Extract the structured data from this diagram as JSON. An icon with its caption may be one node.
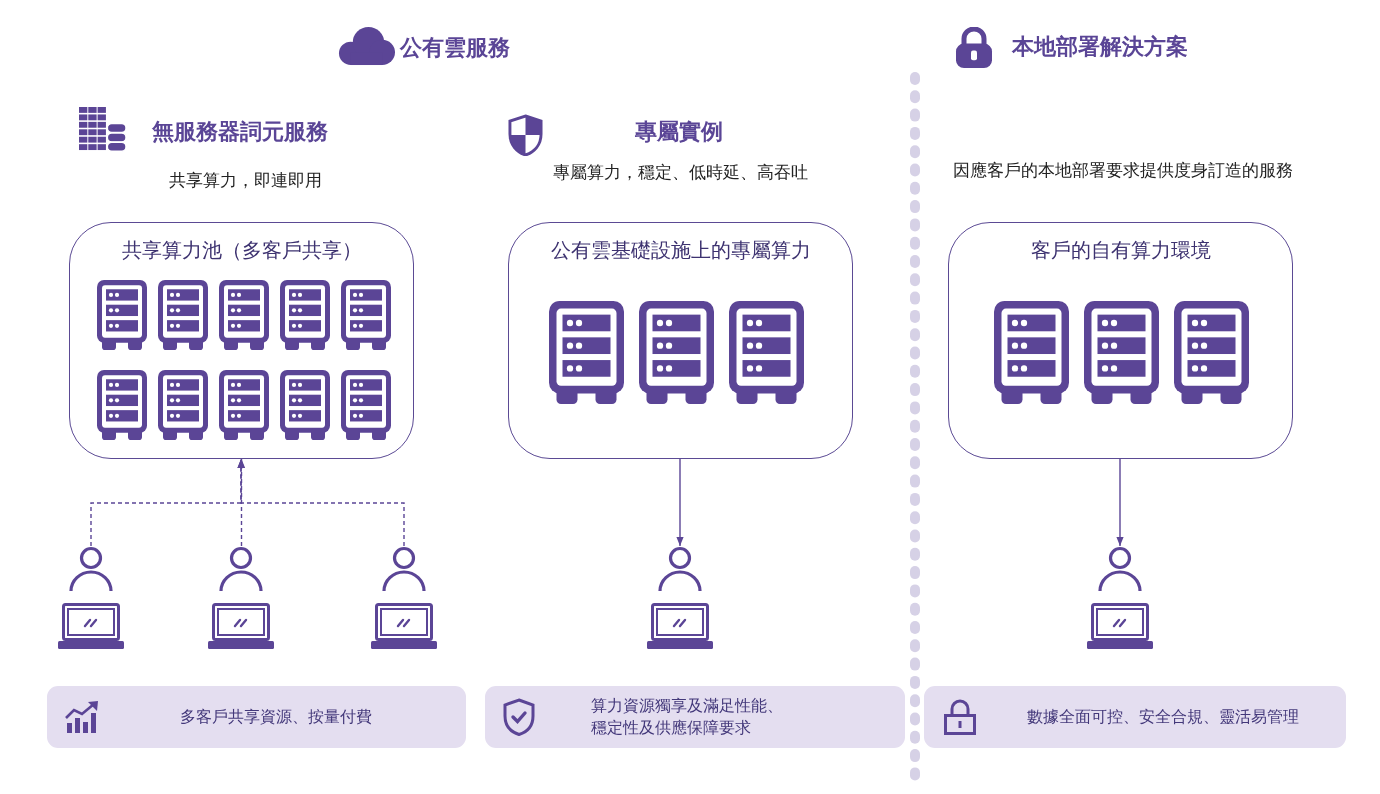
{
  "diagram": {
    "nodes": [
      {
        "text": [
          "共享算力池（多客戶共享）"
        ]
      },
      {
        "text": [
          "公有雲基礎設施上的專屬算力"
        ]
      },
      {
        "text": [
          "客戶的自有算力環境"
        ]
      },
      {
        "text": [],
        "shape": "person"
      },
      {
        "text": [],
        "shape": "person"
      },
      {
        "text": [],
        "shape": "person"
      },
      {
        "text": [],
        "shape": "person"
      },
      {
        "text": [],
        "shape": "person"
      },
      {
        "text": [
          "多客戶共享資源、按量付費"
        ]
      },
      {
        "text": [
          "算力資源獨享及滿足性能、穩定性及供應保障要求"
        ]
      },
      {
        "text": [
          "數據全面可控、安全合規、靈活易管理"
        ]
      }
    ],
    "edges": [
      {
        "from": 3,
        "to": 0,
        "arrow": "to",
        "style": "dashed"
      },
      {
        "from": 4,
        "to": 0,
        "arrow": "to",
        "style": "dashed"
      },
      {
        "from": 5,
        "to": 0,
        "arrow": "to",
        "style": "dashed"
      },
      {
        "from": 1,
        "to": 6,
        "arrow": "to"
      },
      {
        "from": 2,
        "to": 7,
        "arrow": "to"
      }
    ],
    "labels": [
      "公有雲服務",
      "本地部署解決方案",
      "無服務器詞元服務",
      "專屬實例",
      "共享算力，即連即用",
      "專屬算力，穩定、低時延、高吞吐",
      "因應客戶的本地部署要求提供度身訂造的服務"
    ]
  }
}
